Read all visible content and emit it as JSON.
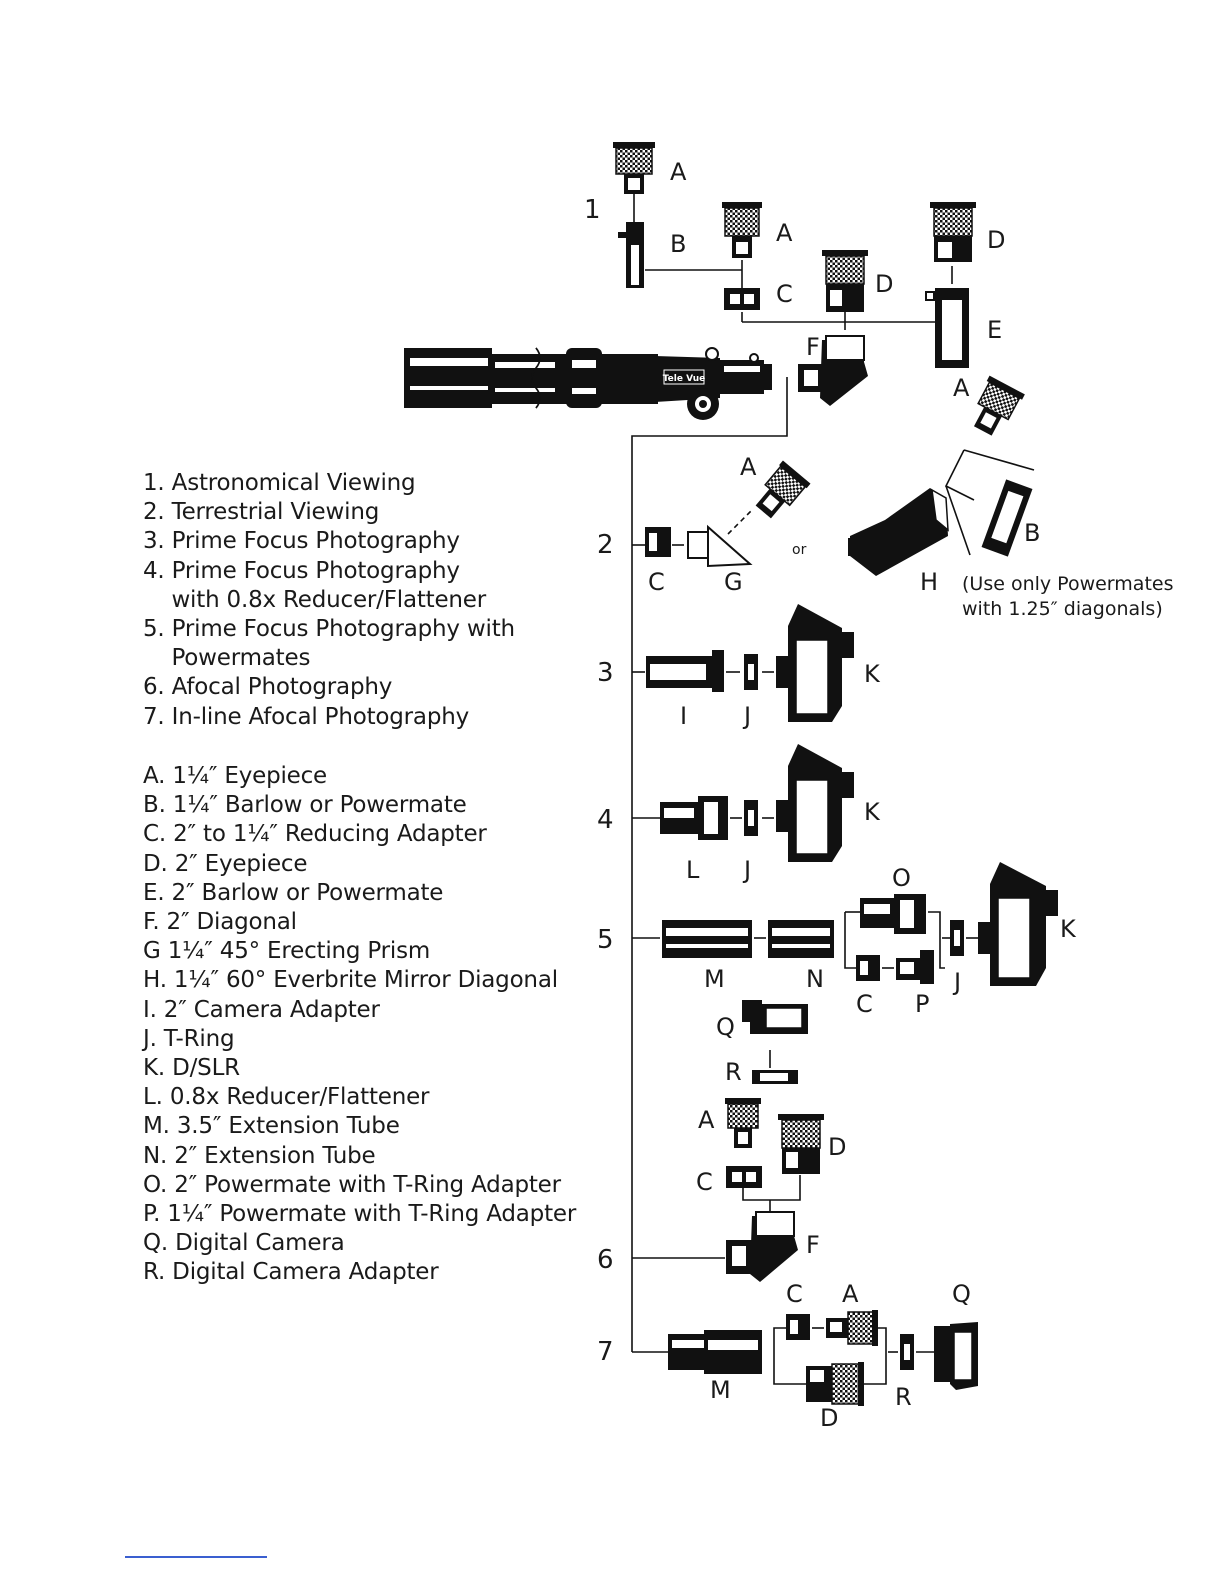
{
  "setups": [
    "1. Astronomical Viewing",
    "2. Terrestrial Viewing",
    "3. Prime Focus Photography",
    "4. Prime Focus Photography",
    "    with 0.8x Reducer/Flattener",
    "5. Prime Focus Photography with",
    "    Powermates",
    "6. Afocal Photography",
    "7. In-line Afocal Photography"
  ],
  "parts": [
    "A. 1¼″ Eyepiece",
    "B. 1¼″ Barlow or Powermate",
    "C. 2″ to 1¼″ Reducing Adapter",
    "D. 2″ Eyepiece",
    "E. 2″ Barlow or Powermate",
    "F. 2″ Diagonal",
    "G 1¼″ 45° Erecting Prism",
    "H. 1¼″ 60° Everbrite Mirror Diagonal",
    "I. 2″ Camera Adapter",
    "J. T-Ring",
    "K. D/SLR",
    "L. 0.8x Reducer/Flattener",
    "M. 3.5″ Extension Tube",
    "N. 2″ Extension Tube",
    "O. 2″ Powermate with T-Ring Adapter",
    "P. 1¼″ Powermate with T-Ring Adapter",
    "Q. Digital Camera",
    "R. Digital Camera Adapter"
  ],
  "diagram": {
    "setup_numbers": [
      "1",
      "2",
      "3",
      "4",
      "5",
      "6",
      "7"
    ],
    "brand": "Tele Vue",
    "or": "or",
    "note": [
      "(Use only Powermates",
      "with 1.25″ diagonals)"
    ],
    "letters": {
      "A": "A",
      "B": "B",
      "C": "C",
      "D": "D",
      "E": "E",
      "F": "F",
      "G": "G",
      "H": "H",
      "I": "I",
      "J": "J",
      "K": "K",
      "L": "L",
      "M": "M",
      "N": "N",
      "O": "O",
      "P": "P",
      "Q": "Q",
      "R": "R"
    }
  }
}
